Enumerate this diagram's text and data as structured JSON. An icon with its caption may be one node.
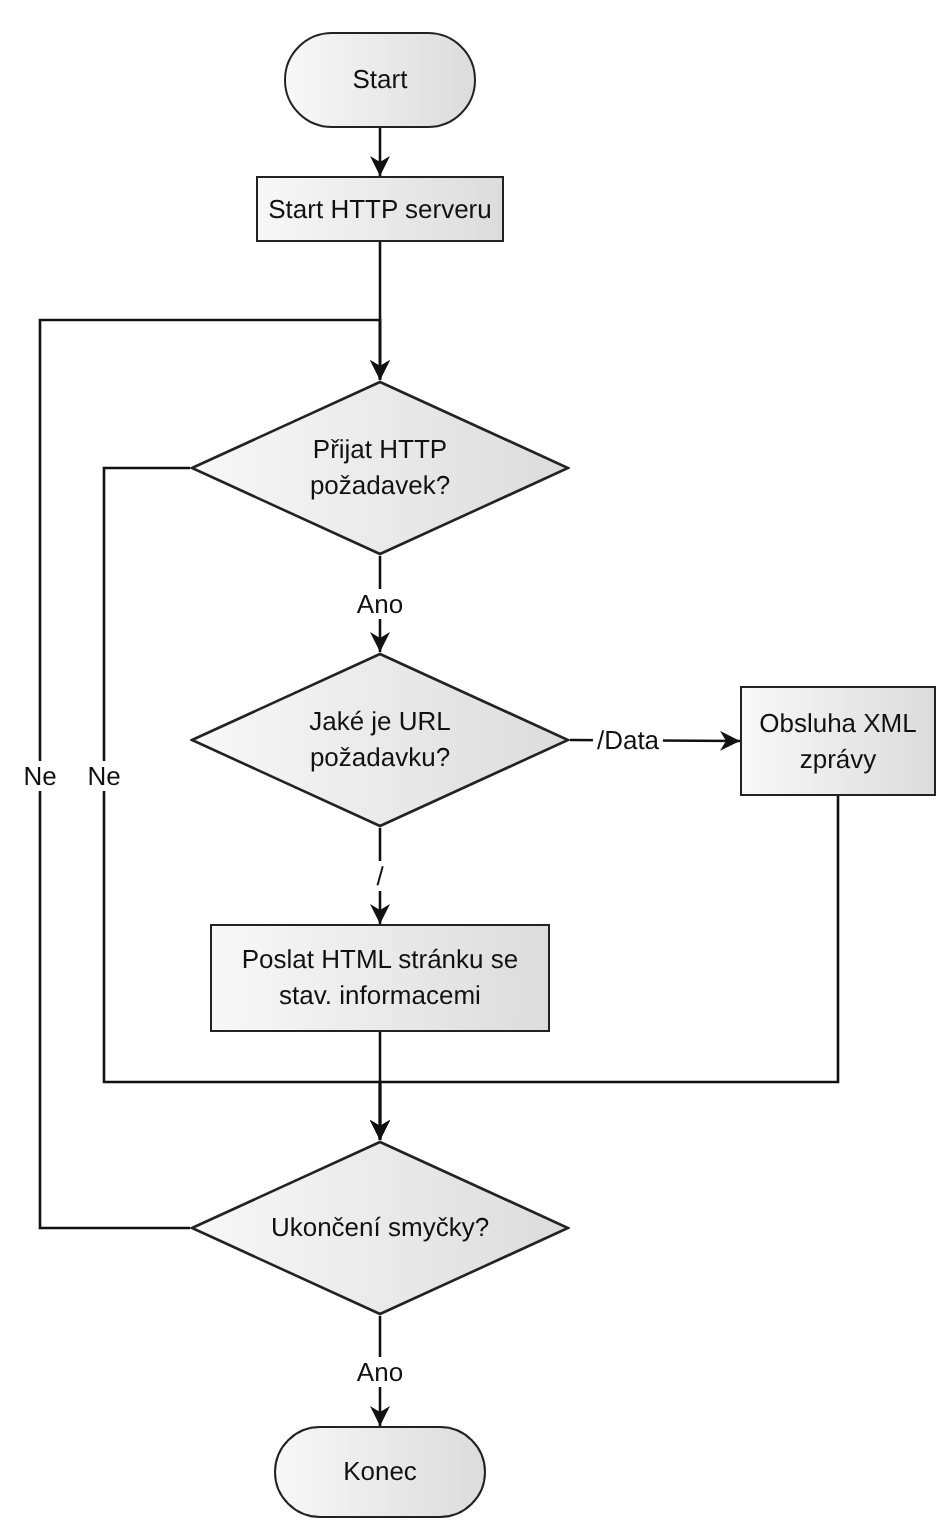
{
  "diagram": {
    "nodes": [
      {
        "text": [
          "Start"
        ]
      },
      {
        "text": [
          "Start HTTP serveru"
        ]
      },
      {
        "text": [
          "Přijat HTTP požadavek?"
        ]
      },
      {
        "text": [
          "Jaké je URL požadavku?"
        ]
      },
      {
        "text": [
          "Obsluha XML zprávy"
        ]
      },
      {
        "text": [
          "Poslat HTML stránku se stav. informacemi"
        ]
      },
      {
        "text": [
          "Ukončení smyčky?"
        ]
      },
      {
        "text": [
          "Konec"
        ]
      }
    ],
    "edges": [
      {
        "from": 0,
        "to": 1,
        "arrow": "to"
      },
      {
        "from": 1,
        "to": 2,
        "arrow": "to"
      },
      {
        "from": 2,
        "to": 3,
        "arrow": "to",
        "label": "Ano"
      },
      {
        "from": 3,
        "to": 4,
        "arrow": "to",
        "label": "/Data"
      },
      {
        "from": 3,
        "to": 5,
        "arrow": "to",
        "label": "/"
      },
      {
        "from": 2,
        "to": 6,
        "arrow": "to",
        "label": "Ne"
      },
      {
        "from": 5,
        "to": 6,
        "arrow": "to"
      },
      {
        "from": 4,
        "to": 6,
        "arrow": "to"
      },
      {
        "from": 6,
        "to": 2,
        "arrow": "to",
        "label": "Ne"
      },
      {
        "from": 6,
        "to": 7,
        "arrow": "to",
        "label": "Ano"
      }
    ]
  }
}
